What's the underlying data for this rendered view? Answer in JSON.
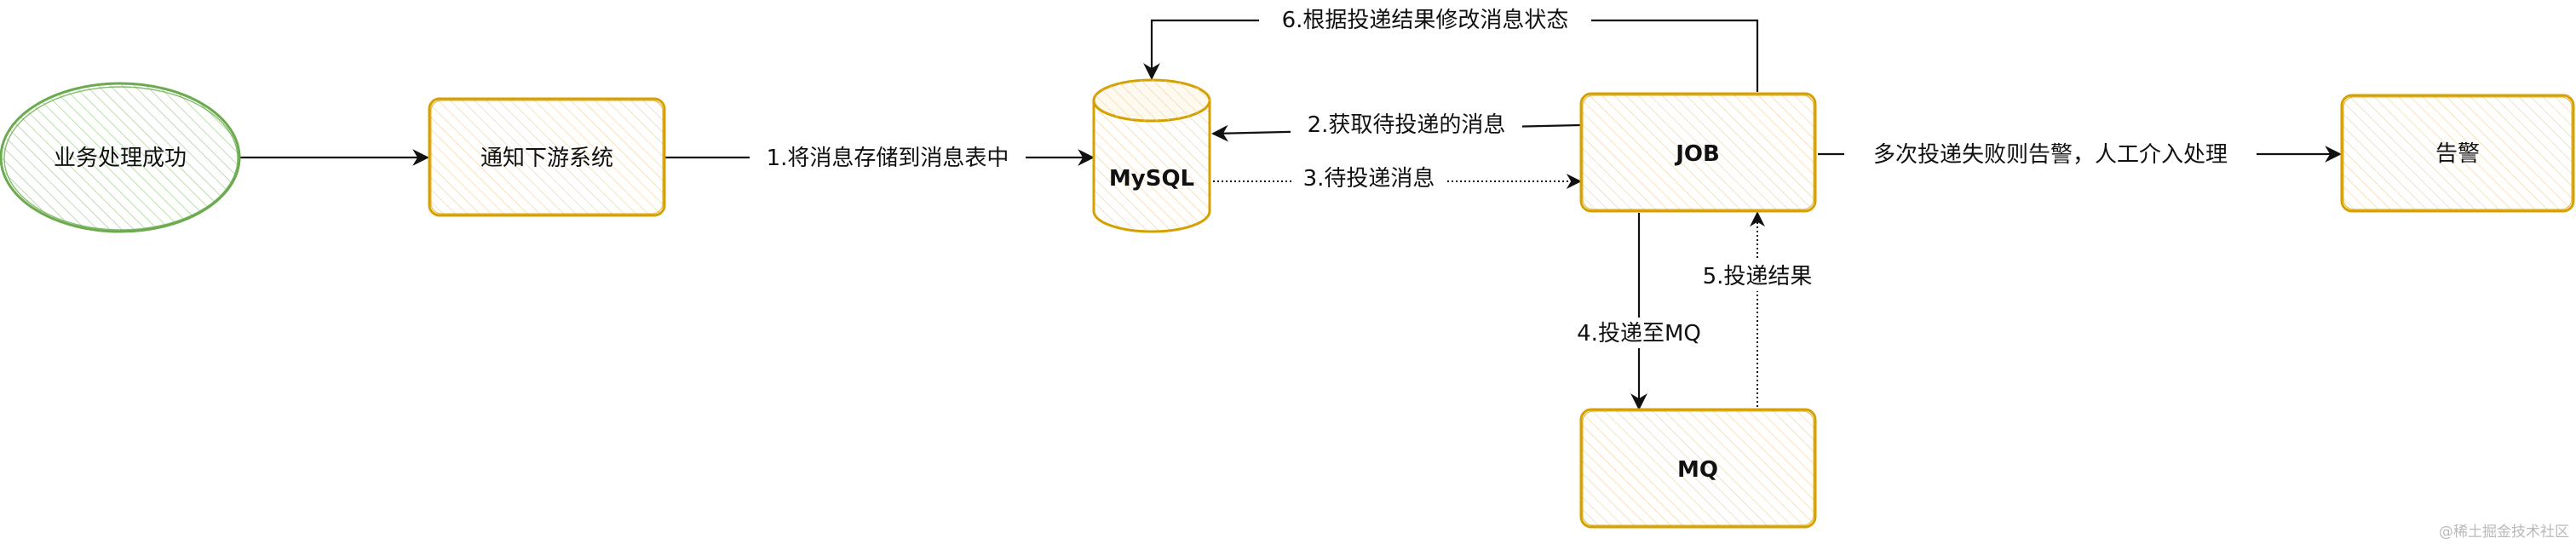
{
  "nodes": {
    "business": {
      "label": "业务处理成功",
      "stroke": "#6aab4e",
      "fill": "#d5e8d4"
    },
    "notify": {
      "label": "通知下游系统",
      "stroke": "#d6a000",
      "fill": "#fff2cc"
    },
    "mysql": {
      "label": "MySQL",
      "stroke": "#d6a000",
      "fill": "#fff2cc"
    },
    "job": {
      "label": "JOB",
      "stroke": "#d6a000",
      "fill": "#fff2cc"
    },
    "mq": {
      "label": "MQ",
      "stroke": "#d6a000",
      "fill": "#fff2cc"
    },
    "alarm": {
      "label": "告警",
      "stroke": "#d6a000",
      "fill": "#fff2cc"
    }
  },
  "edges": {
    "e1": {
      "label": "1.将消息存储到消息表中",
      "style": "solid"
    },
    "e2": {
      "label": "2.获取待投递的消息",
      "style": "solid"
    },
    "e3": {
      "label": "3.待投递消息",
      "style": "dotted"
    },
    "e4": {
      "label": "4.投递至MQ",
      "style": "solid"
    },
    "e5": {
      "label": "5.投递结果",
      "style": "dotted"
    },
    "e6": {
      "label": "6.根据投递结果修改消息状态",
      "style": "solid"
    },
    "e7": {
      "label": "多次投递失败则告警，人工介入处理",
      "style": "solid"
    },
    "e0": {
      "label": "",
      "style": "solid"
    }
  },
  "watermark": "@稀土掘金技术社区"
}
